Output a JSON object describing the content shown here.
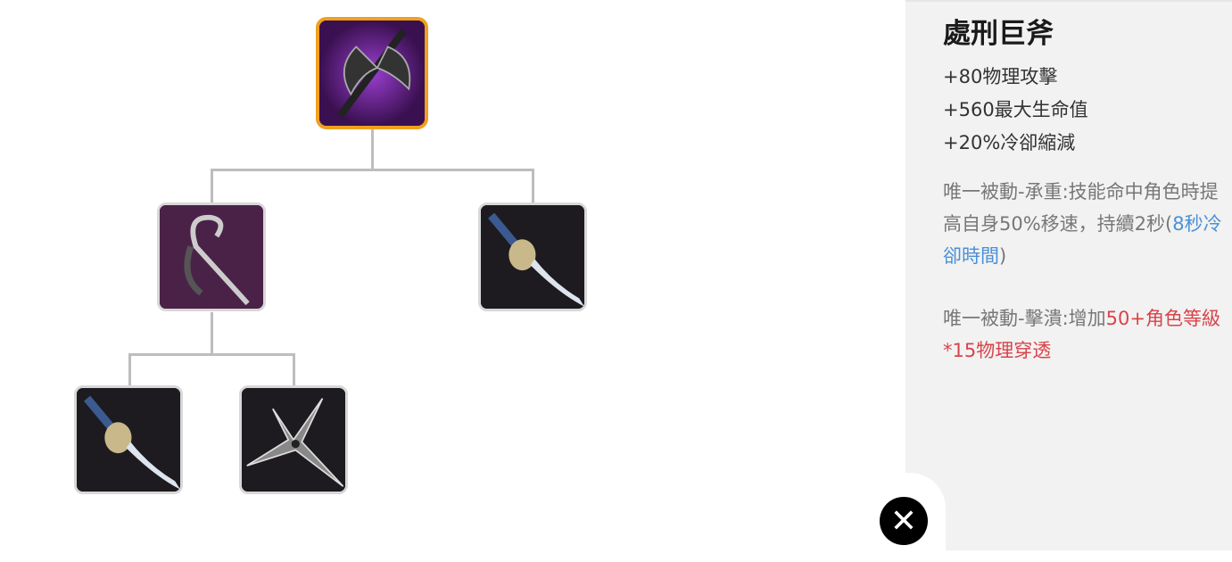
{
  "item": {
    "name": "處刑巨斧",
    "stats": [
      "+80物理攻擊",
      "+560最大生命值",
      "+20%冷卻縮減"
    ],
    "passive1": {
      "text": "唯一被動-承重:技能命中角色時提高自身50%移速，持續2秒(",
      "highlight": "8秒冷卻時間",
      "end": ")"
    },
    "passive2": {
      "text": "唯一被動-擊潰:增加",
      "highlight": "50+角色等級*15物理穿透"
    }
  },
  "tree": {
    "root": "executioner-axe-icon",
    "children": [
      "hook-blade-icon",
      "katana-icon"
    ],
    "grandchildren": [
      "katana-icon",
      "shuriken-icon"
    ]
  },
  "close": {
    "label": "✕"
  },
  "colors": {
    "selected_border": "#f0a020",
    "blue": "#4a90d9",
    "red": "#d9434a"
  }
}
